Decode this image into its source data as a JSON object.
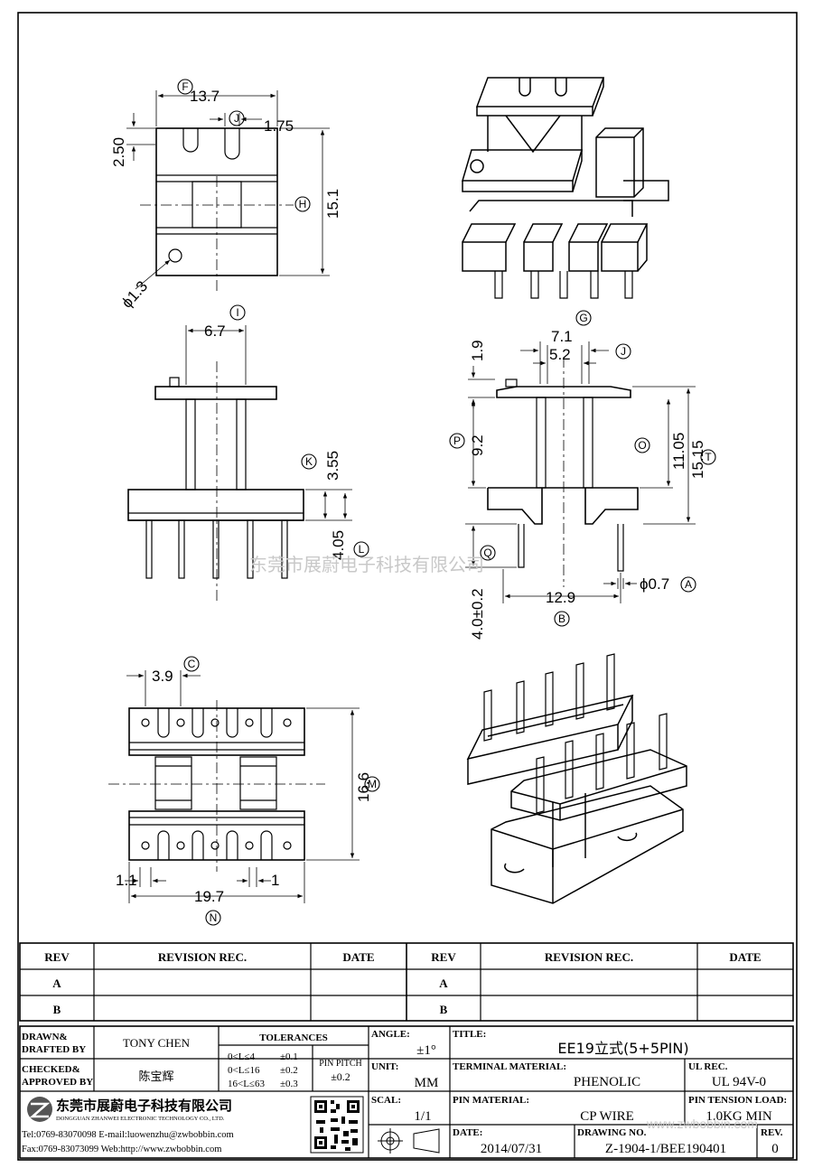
{
  "dimensions": {
    "top": {
      "w": "13.7",
      "slot": "1.75",
      "tab": "2.50",
      "h": "15.1",
      "hole": "ϕ1.3"
    },
    "front": {
      "a": "6.7",
      "base": "3.55",
      "pin": "4.05"
    },
    "side": {
      "g": "7.1",
      "i": "5.2",
      "head": "1.9",
      "p": "9.2",
      "o": "11.05",
      "total": "15.15",
      "pinlen": "4.0±0.2",
      "span": "12.9",
      "pin": "ϕ0.7"
    },
    "bottom": {
      "pitch": "3.9",
      "height": "16.6",
      "left": "1.1",
      "right": "1",
      "width": "19.7"
    }
  },
  "labels": {
    "F": "F",
    "J": "J",
    "I": "I",
    "G": "G",
    "H": "H",
    "K": "K",
    "L": "L",
    "P": "P",
    "O": "O",
    "T": "T",
    "Q": "Q",
    "A": "A",
    "B": "B",
    "C": "C",
    "M": "M",
    "N": "N"
  },
  "watermark": {
    "center": "东莞市展蔚电子科技有限公司",
    "corner": "www.zwbobbin.com"
  },
  "revision_table": {
    "headers": {
      "rev": "REV",
      "record": "REVISION REC.",
      "date": "DATE"
    },
    "rows": [
      "A",
      "B"
    ]
  },
  "title_block": {
    "drawn_label1": "DRAWN&",
    "drawn_label2": "DRAFTED BY",
    "drawn_by": "TONY CHEN",
    "checked_label1": "CHECKED&",
    "checked_label2": "APPROVED BY",
    "approved_by": "陈宝辉",
    "tolerances_label": "TOLERANCES",
    "tol": [
      {
        "range": "0<L≤4",
        "val": "±0.1"
      },
      {
        "range": "0<L≤16",
        "val": "±0.2"
      },
      {
        "range": "16<L≤63",
        "val": "±0.3"
      }
    ],
    "pin_pitch_label": "PIN PITCH",
    "pin_pitch": "±0.2",
    "angle_label": "ANGLE:",
    "angle": "±1°",
    "unit_label": "UNIT:",
    "unit": "MM",
    "scale_label": "SCAL:",
    "scale": "1/1",
    "title_label": "TITLE:",
    "title": "EE19立式(5+5PIN)",
    "terminal_label": "TERMINAL MATERIAL:",
    "terminal": "PHENOLIC",
    "ul_label": "UL REC.",
    "ul": "UL 94V-0",
    "pinmat_label": "PIN MATERIAL:",
    "pinmat": "CP WIRE",
    "tension_label": "PIN TENSION LOAD:",
    "tension": "1.0KG MIN",
    "date_label": "DATE:",
    "date": "2014/07/31",
    "drawing_label": "DRAWING NO.",
    "drawing": "Z-1904-1/BEE190401",
    "rev_label": "REV.",
    "rev": "0",
    "company_cn": "东莞市展蔚电子科技有限公司",
    "company_en": "DONGGUAN ZHANWEI ELECTRONIC TECHNOLOGY CO., LTD.",
    "tel": "Tel:0769-83070098 E-mail:luowenzhu@zwbobbin.com",
    "fax": "Fax:0769-83073099   Web:http://www.zwbobbin.com"
  }
}
